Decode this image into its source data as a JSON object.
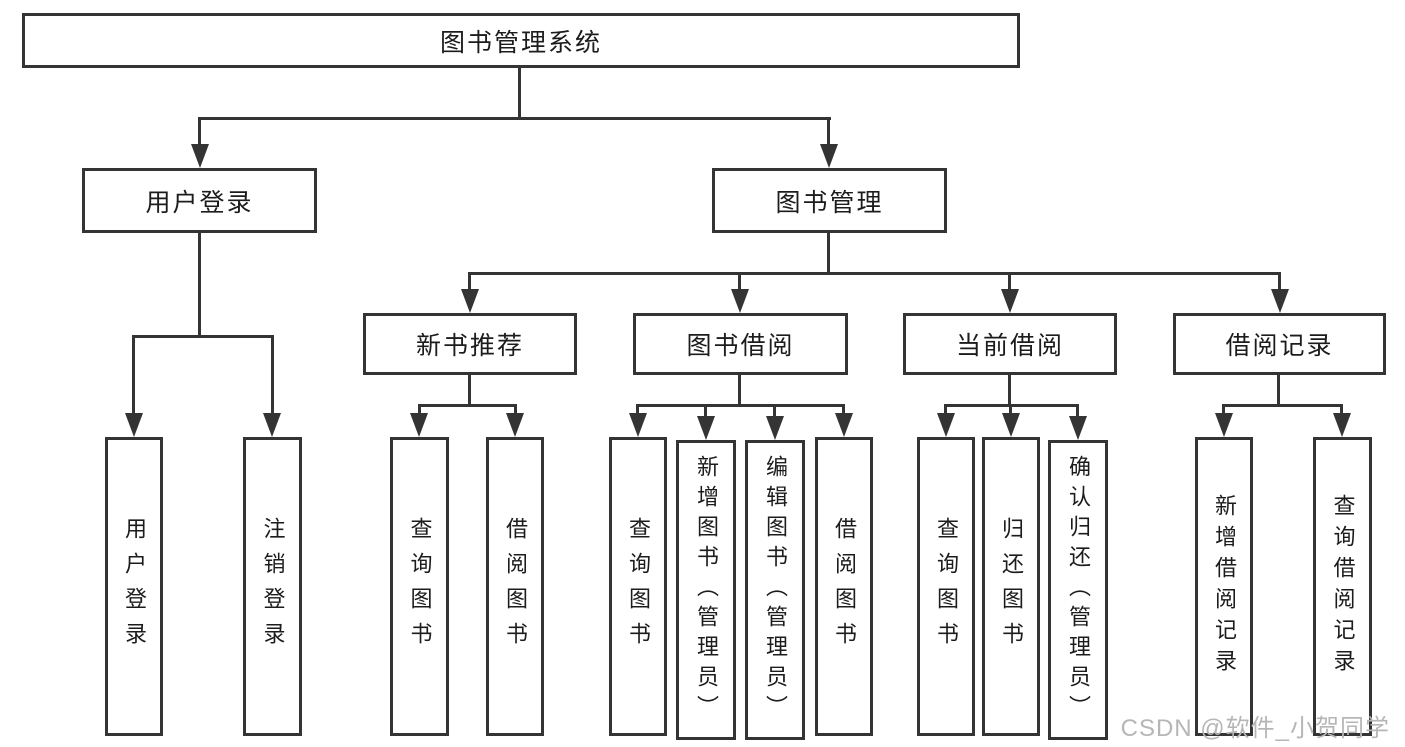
{
  "tree": {
    "root": {
      "label": "图书管理系统"
    },
    "user_login": {
      "label": "用户登录"
    },
    "book_mgmt": {
      "label": "图书管理"
    },
    "leaf_user_login": {
      "label": "用户登录"
    },
    "leaf_logout": {
      "label": "注销登录"
    },
    "new_book_rec": {
      "label": "新书推荐"
    },
    "book_borrow": {
      "label": "图书借阅"
    },
    "current_borrow": {
      "label": "当前借阅"
    },
    "borrow_records": {
      "label": "借阅记录"
    },
    "rec_query_book": {
      "label": "查询图书"
    },
    "rec_borrow_book": {
      "label": "借阅图书"
    },
    "bb_query_book": {
      "label": "查询图书"
    },
    "bb_add_book": {
      "label": "新增图书（管理员）"
    },
    "bb_edit_book": {
      "label": "编辑图书（管理员）"
    },
    "bb_borrow_book": {
      "label": "借阅图书"
    },
    "cb_query_book": {
      "label": "查询图书"
    },
    "cb_return_book": {
      "label": "归还图书"
    },
    "cb_confirm_return": {
      "label": "确认归还（管理员）"
    },
    "br_add_record": {
      "label": "新增借阅记录"
    },
    "br_query_record": {
      "label": "查询借阅记录"
    }
  },
  "colors": {
    "line": "#343434",
    "text": "#1c1c1c",
    "watermark": "#b6b6b6"
  },
  "watermark": "CSDN @软件_小贺同学"
}
